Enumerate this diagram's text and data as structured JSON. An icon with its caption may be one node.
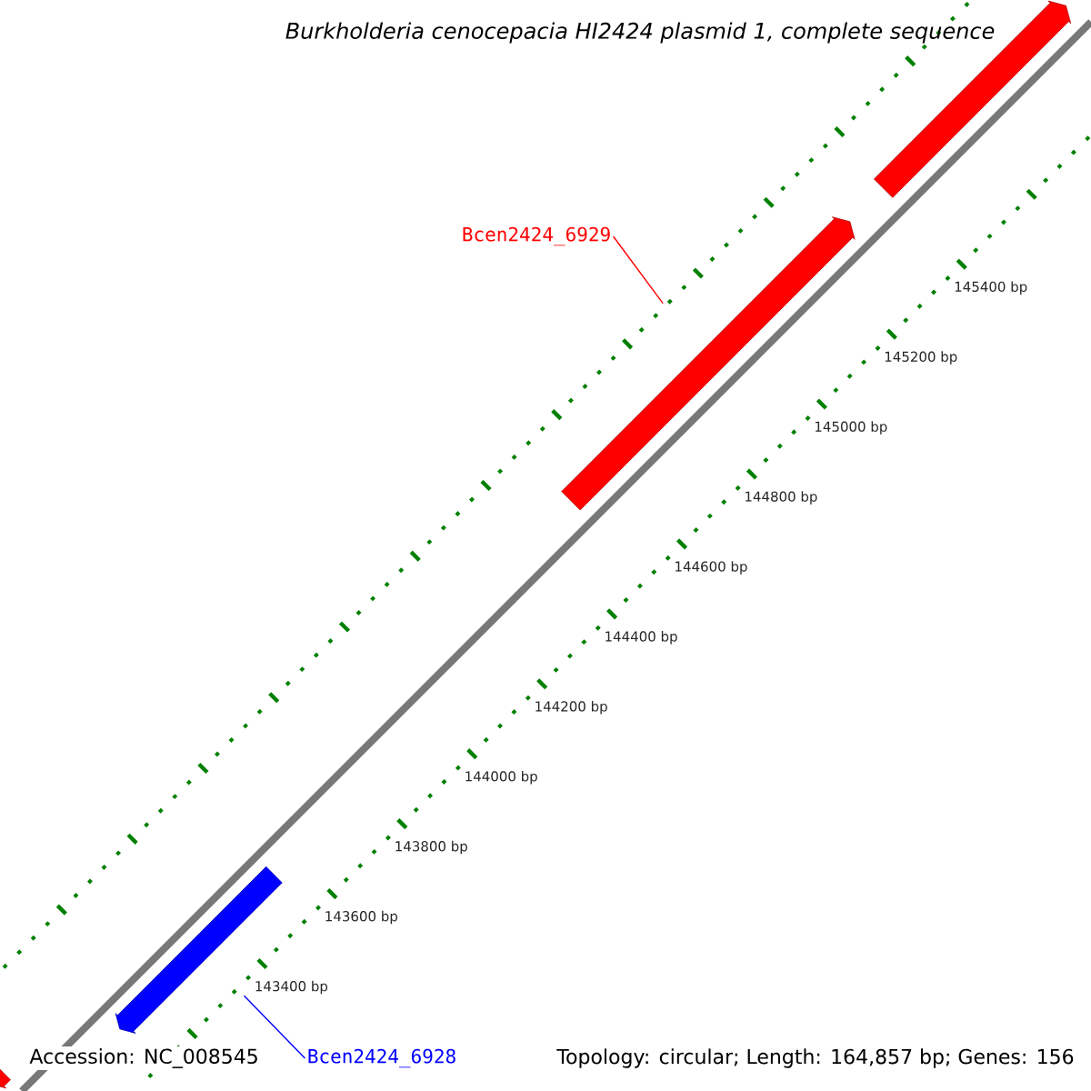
{
  "diagram": {
    "title": "Burkholderia cenocepacia HI2424 plasmid 1, complete sequence",
    "nodes": [
      {
        "text": [],
        "shape": "bar"
      },
      {
        "text": [
          "Bcen2424_6929"
        ]
      },
      {
        "text": [],
        "shape": "bar"
      },
      {
        "text": [],
        "shape": "bar"
      },
      {
        "text": [
          "Bcen2424_6928"
        ]
      },
      {
        "text": [],
        "shape": "bar"
      }
    ],
    "edges": [
      {
        "from": 1,
        "to": 2,
        "arrow": "none",
        "color": "#ff0000"
      },
      {
        "from": 4,
        "to": 3,
        "arrow": "none",
        "color": "#0000ff"
      }
    ],
    "labels": [
      "145400 bp",
      "145200 bp",
      "145000 bp",
      "144800 bp",
      "144600 bp",
      "144400 bp",
      "144200 bp",
      "144000 bp",
      "143800 bp",
      "143600 bp",
      "143400 bp",
      "Accession: NC_008545",
      "Topology: circular; Length: 164,857 bp; Genes: 156"
    ]
  }
}
